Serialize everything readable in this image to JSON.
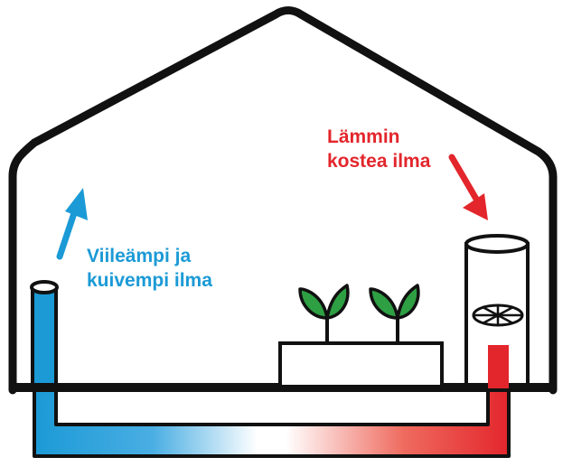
{
  "labels": {
    "warm_line1": "Lämmin",
    "warm_line2": "kostea ilma",
    "cool_line1": "Viileämpi ja",
    "cool_line2": "kuivempi ilma"
  },
  "colors": {
    "outline": "#111111",
    "warm": "#e3262c",
    "cool": "#1b9ad6",
    "plant": "#2ea043",
    "background": "#ffffff"
  },
  "icons": {
    "fan": "fan-icon",
    "plant": "seedling-icon",
    "warm_arrow": "arrow-down-right-icon",
    "cool_arrow": "arrow-up-right-icon"
  }
}
